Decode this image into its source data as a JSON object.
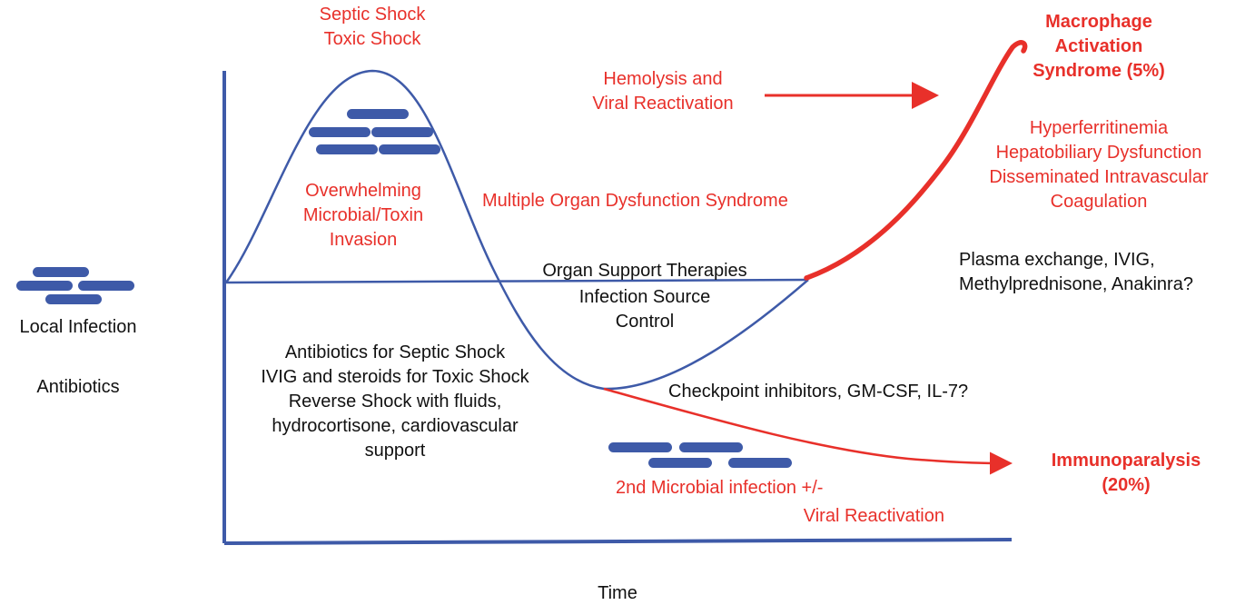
{
  "colors": {
    "blue": "#3e5aa8",
    "red": "#e8302a",
    "text": "#111111"
  },
  "axis": {
    "xlabel": "Time"
  },
  "local": {
    "infection": "Local Infection",
    "antibiotics": "Antibiotics"
  },
  "peak": {
    "line1": "Septic Shock",
    "line2": "Toxic Shock"
  },
  "invasion": {
    "line1": "Overwhelming",
    "line2": "Microbial/Toxin",
    "line3": "Invasion"
  },
  "hemolysis": {
    "line1": "Hemolysis and",
    "line2": "Viral Reactivation"
  },
  "mods": "Multiple Organ Dysfunction Syndrome",
  "mas": {
    "line1": "Macrophage",
    "line2": "Activation",
    "line3": "Syndrome (5%)"
  },
  "mas_features": {
    "line1": "Hyperferritinemia",
    "line2": "Hepatobiliary Dysfunction",
    "line3": "Disseminated Intravascular",
    "line4": "Coagulation"
  },
  "mas_tx": {
    "line1": "Plasma exchange, IVIG,",
    "line2": "Methylprednisone, Anakinra?"
  },
  "organ_support": {
    "line1": "Organ Support Therapies",
    "line2": "Infection Source",
    "line3": "Control"
  },
  "shock_tx": {
    "line1": "Antibiotics for Septic Shock",
    "line2": "IVIG and steroids for Toxic Shock",
    "line3": "Reverse Shock with fluids,",
    "line4": "hydrocortisone, cardiovascular",
    "line5": "support"
  },
  "checkpoint": "Checkpoint inhibitors, GM-CSF, IL-7?",
  "immuno": {
    "line1": "Immunoparalysis",
    "line2": "(20%)"
  },
  "second_infection": {
    "line1": "2nd Microbial infection +/-",
    "line2": "Viral Reactivation"
  }
}
